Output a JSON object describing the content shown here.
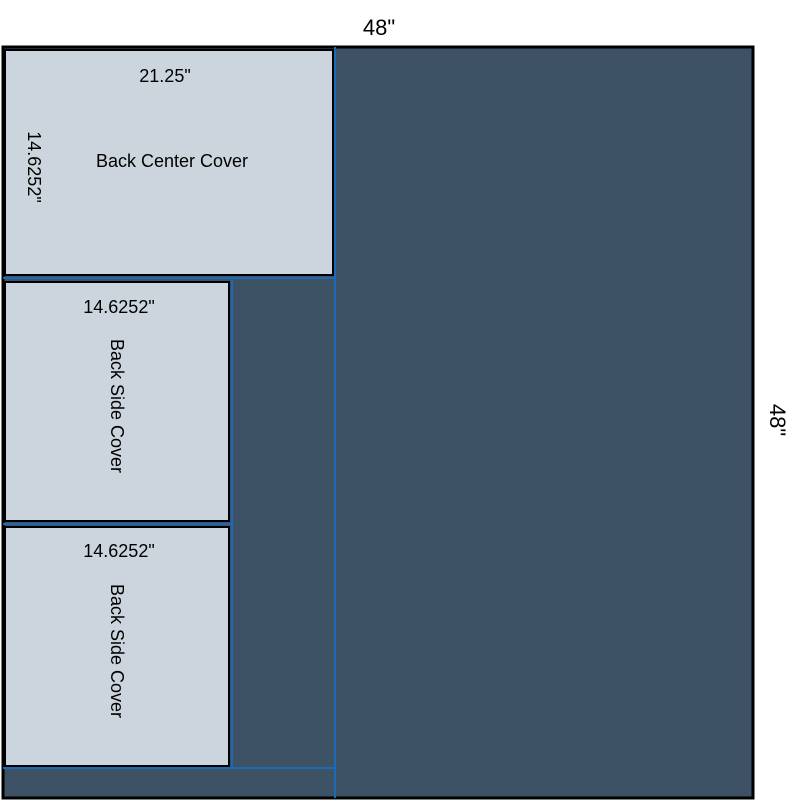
{
  "sheet": {
    "width_label": "48\"",
    "height_label": "48\""
  },
  "pieces": [
    {
      "name": "Back Center Cover",
      "width_label": "21.25\"",
      "height_label": "14.6252\""
    },
    {
      "name": "Back Side Cover",
      "width_label": "14.6252\""
    },
    {
      "name": "Back Side Cover",
      "width_label": "14.6252\""
    }
  ],
  "colors": {
    "sheet": "#3e5266",
    "piece": "#ccd5dd",
    "cut_line": "#1a6ab8",
    "border": "#000000"
  }
}
